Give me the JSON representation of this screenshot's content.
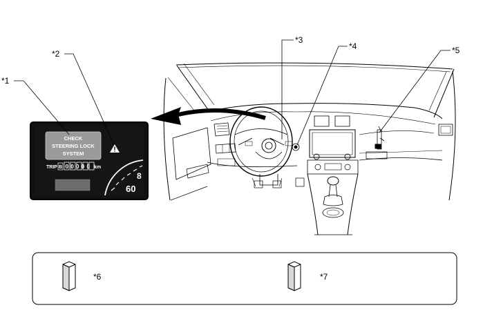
{
  "callouts": {
    "c1": "*1",
    "c2": "*2",
    "c3": "*3",
    "c4": "*4",
    "c5": "*5",
    "c6": "*6",
    "c7": "*7"
  },
  "cluster": {
    "warning_line1": "CHECK",
    "warning_line2": "STEERING LOCK",
    "warning_line3": "SYSTEM",
    "trip_label": "TRIP",
    "trip_sub": "B",
    "odometer_digits": "00000",
    "odometer_unit": "km",
    "gauge_tick_8": "8",
    "gauge_tick_60": "60"
  },
  "colors": {
    "line": "#000000",
    "background": "#ffffff",
    "display": "#111111",
    "screen": "#9a9a9a"
  },
  "icons": {
    "warning": "warning-triangle-icon",
    "arrow": "left-arrow-icon",
    "part_block": "part-block-icon"
  }
}
